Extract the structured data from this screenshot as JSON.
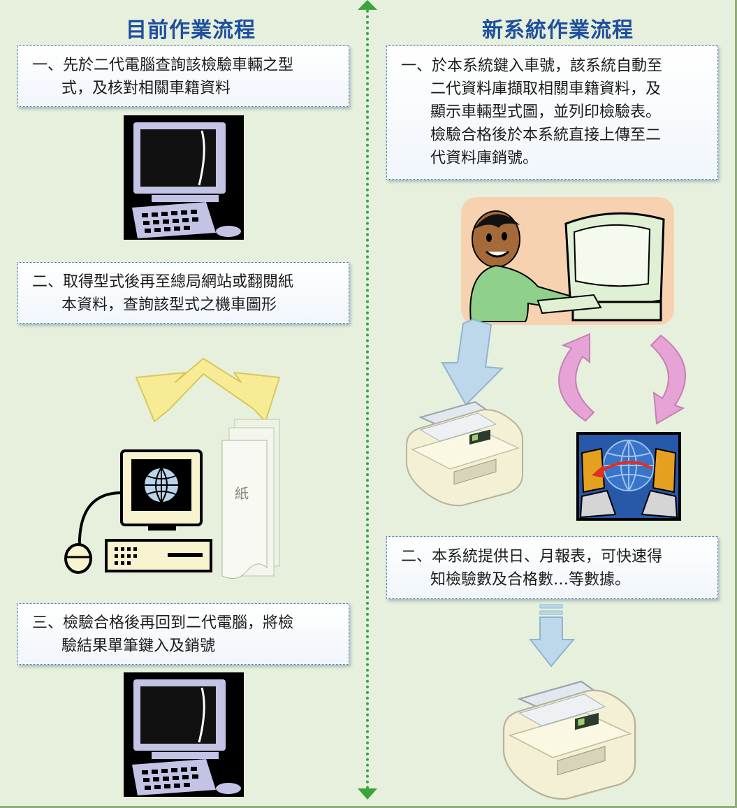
{
  "headings": {
    "current": "目前作業流程",
    "new": "新系統作業流程"
  },
  "current_steps": [
    {
      "lines": [
        "一、先於二代電腦查詢該檢驗車輛之型",
        "式，及核對相關車籍資料"
      ]
    },
    {
      "lines": [
        "二、取得型式後再至總局網站或翻閱紙",
        "本資料，查詢該型式之機車圖形"
      ]
    },
    {
      "lines": [
        "三、檢驗合格後再回到二代電腦，將檢",
        "驗結果單筆鍵入及銷號"
      ]
    }
  ],
  "new_steps": [
    {
      "lines": [
        "一、於本系統鍵入車號，該系統自動至",
        "二代資料庫擷取相關車籍資料，及",
        "顯示車輛型式圖，並列印檢驗表。",
        "檢驗合格後於本系統直接上傳至二",
        "代資料庫銷號。"
      ]
    },
    {
      "lines": [
        "二、本系統提供日、月報表，可快速得",
        "知檢驗數及合格數…等數據。"
      ]
    }
  ],
  "paper_label": "紙",
  "colors": {
    "heading": "#1f4f9e",
    "background": "#e6f0dc",
    "divider": "#3aa33a",
    "box_border": "#3a6fb3",
    "yellow_arrow": "#f7ec95",
    "blue_arrow": "#bcd8ea",
    "pink_arrow": "#e7a2d6"
  },
  "icons": [
    "computer-icon",
    "globe-computer-icon",
    "paper-stack-icon",
    "person-at-computer-icon",
    "printer-icon",
    "data-transfer-icon"
  ]
}
